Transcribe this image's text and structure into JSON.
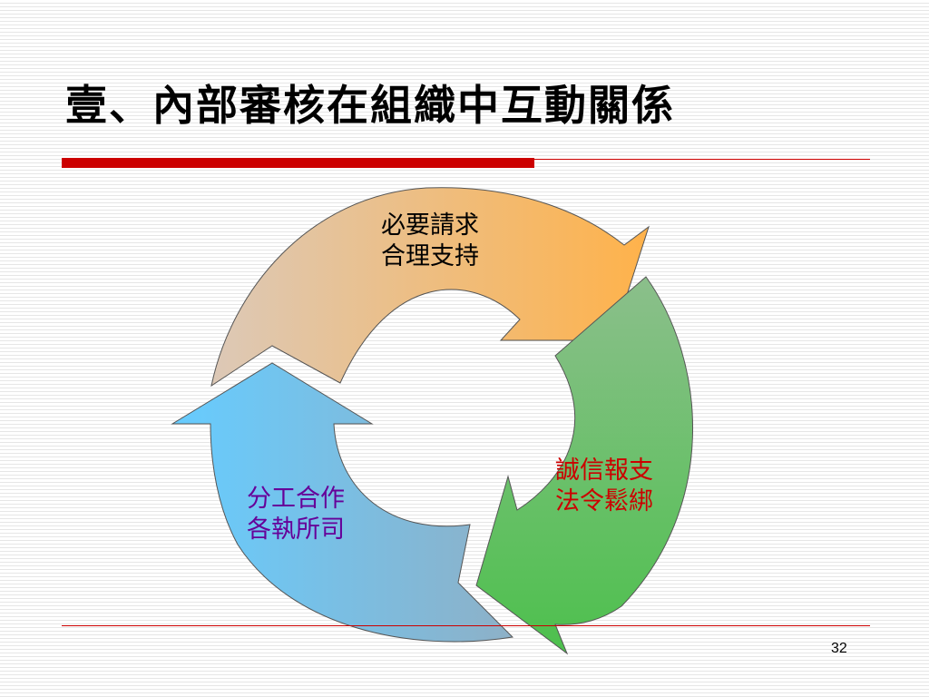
{
  "slide": {
    "title": "壹、內部審核在組織中互動關係",
    "page_number": "32"
  },
  "cycle": {
    "top": {
      "line1": "必要請求",
      "line2": "合理支持",
      "color": "#000000"
    },
    "right": {
      "line1": "誠信報支",
      "line2": "法令鬆綁",
      "color": "#cc0000"
    },
    "left": {
      "line1": "分工合作",
      "line2": "各執所司",
      "color": "#660099"
    }
  },
  "colors": {
    "accent_rule": "#cc0000",
    "arrow_top_from": "#dcc9b8",
    "arrow_top_to": "#ffb24a",
    "arrow_right_from": "#8cbf8c",
    "arrow_right_to": "#4dc04d",
    "arrow_left_from": "#66ccff",
    "arrow_left_to": "#8eb0c6"
  }
}
